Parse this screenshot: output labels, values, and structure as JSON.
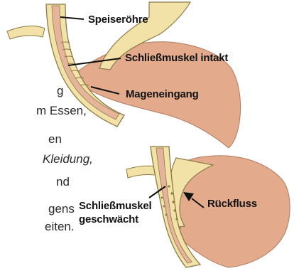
{
  "background_text": [
    "g",
    "m Essen,",
    "en",
    "Kleidung,",
    "nd",
    "gens",
    "eiten."
  ],
  "labels": {
    "esophagus": "Speiseröhre",
    "sphincter_intact": "Schließmuskel intakt",
    "stomach_entrance": "Mageneingang",
    "sphincter_weak_line1": "Schließmuskel",
    "sphincter_weak_line2": "geschwächt",
    "reflux": "Rückfluss"
  },
  "colors": {
    "stomach": "#e3ab8c",
    "stomach_shadow": "#cf8f70",
    "wall": "#f3e2a8",
    "wall_outline": "#8a7a45",
    "lumen": "#e6b49a"
  }
}
